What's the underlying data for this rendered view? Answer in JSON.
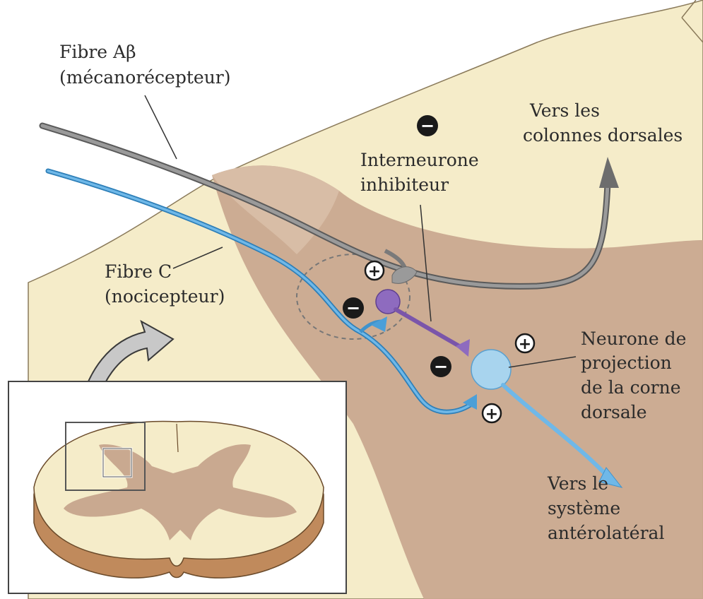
{
  "labels": {
    "abeta_line1": "Fibre Aβ",
    "abeta_line2": "(mécanorécepteur)",
    "c_line1": "Fibre C",
    "c_line2": "(nocicepteur)",
    "inter_line1": "Interneurone",
    "inter_line2": "inhibiteur",
    "dorsal_line1": "Vers les",
    "dorsal_line2": "colonnes dorsales",
    "proj_line1": "Neurone de",
    "proj_line2": "projection",
    "proj_line3": "de la corne",
    "proj_line4": "dorsale",
    "antero_line1": "Vers le",
    "antero_line2": "système",
    "antero_line3": "antérolatéral"
  },
  "signs": {
    "plus": "+",
    "minus": "−"
  },
  "colors": {
    "white_matter": "#f5ecc9",
    "grey_matter": "#c9a990",
    "abeta_fiber": "#8a8a8a",
    "c_fiber": "#4b9fd8",
    "interneuron": "#8e6bbf",
    "projection_neuron": "#a8d4ee"
  }
}
